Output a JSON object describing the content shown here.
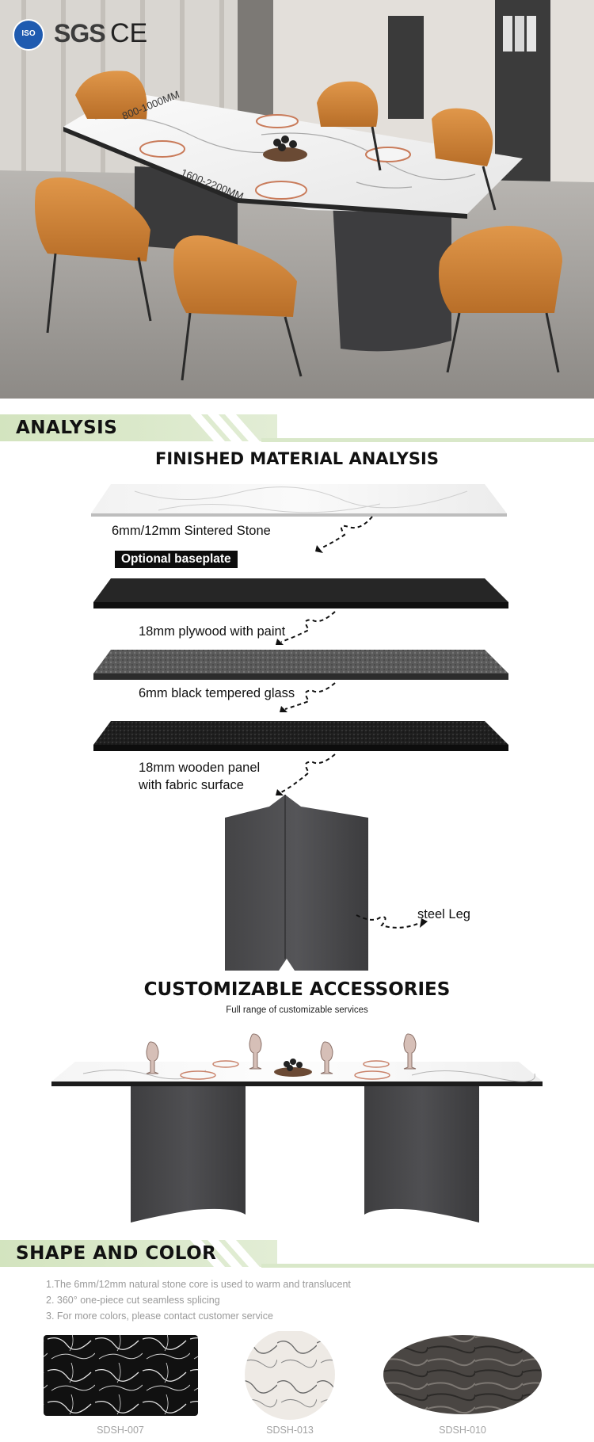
{
  "hero": {
    "certifications": [
      "ISO",
      "SGS",
      "CE"
    ],
    "width_dimension": "800-1000MM",
    "length_dimension": "1600-2200MM"
  },
  "analysis_section": {
    "banner_label": "ANALYSIS",
    "heading": "FINISHED MATERIAL  ANALYSIS",
    "layers": [
      {
        "label": "6mm/12mm Sintered Stone"
      },
      {
        "label": "18mm plywood with paint"
      },
      {
        "label": "6mm black tempered glass"
      },
      {
        "label": "18mm wooden panel\nwith fabric surface"
      },
      {
        "label": "steel Leg"
      }
    ],
    "optional_badge": "Optional baseplate"
  },
  "accessories_section": {
    "heading": "CUSTOMIZABLE ACCESSORIES",
    "subheading": "Full range of customizable services"
  },
  "shape_section": {
    "banner_label": "SHAPE AND COLOR",
    "notes": [
      "1.The 6mm/12mm natural stone core is used to warm and translucent",
      "2. 360° one-piece cut seamless splicing",
      "3. For more colors, please contact customer service"
    ],
    "swatches": [
      {
        "code": "SDSH-007",
        "shape": "rectangle"
      },
      {
        "code": "SDSH-013",
        "shape": "circle"
      },
      {
        "code": "SDSH-010",
        "shape": "oval"
      }
    ]
  },
  "colors": {
    "banner_green": "#d3e4bf",
    "chair_orange": "#d58a3a",
    "table_black": "#2b2b2b",
    "leg_gray": "#4a4a4c"
  }
}
